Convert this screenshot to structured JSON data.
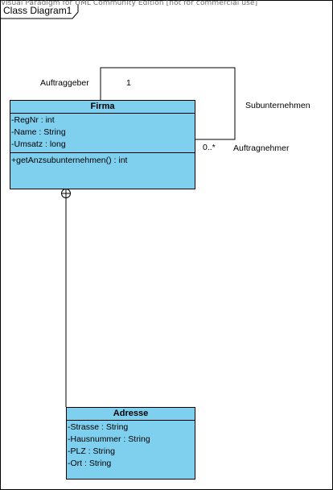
{
  "watermark": "Visual Paradigm for UML Community Edition [not for commercial use]",
  "diagram": {
    "tab_title": "Class Diagram1"
  },
  "classes": {
    "firma": {
      "name": "Firma",
      "attributes": [
        "-RegNr : int",
        "-Name : String",
        "-Umsatz : long"
      ],
      "operations": [
        "+getAnzsubunternehmen() : int"
      ]
    },
    "adresse": {
      "name": "Adresse",
      "attributes": [
        "-Strasse : String",
        "-Hausnummer : String",
        "-PLZ : String",
        "-Ort : String"
      ]
    }
  },
  "association": {
    "role_source": "Auftraggeber",
    "mult_source": "1",
    "name": "Subunternehmen",
    "mult_target": "0..*",
    "role_target": "Auftragnehmer"
  },
  "colors": {
    "class_fill": "#7fcfef",
    "line": "#000000"
  }
}
